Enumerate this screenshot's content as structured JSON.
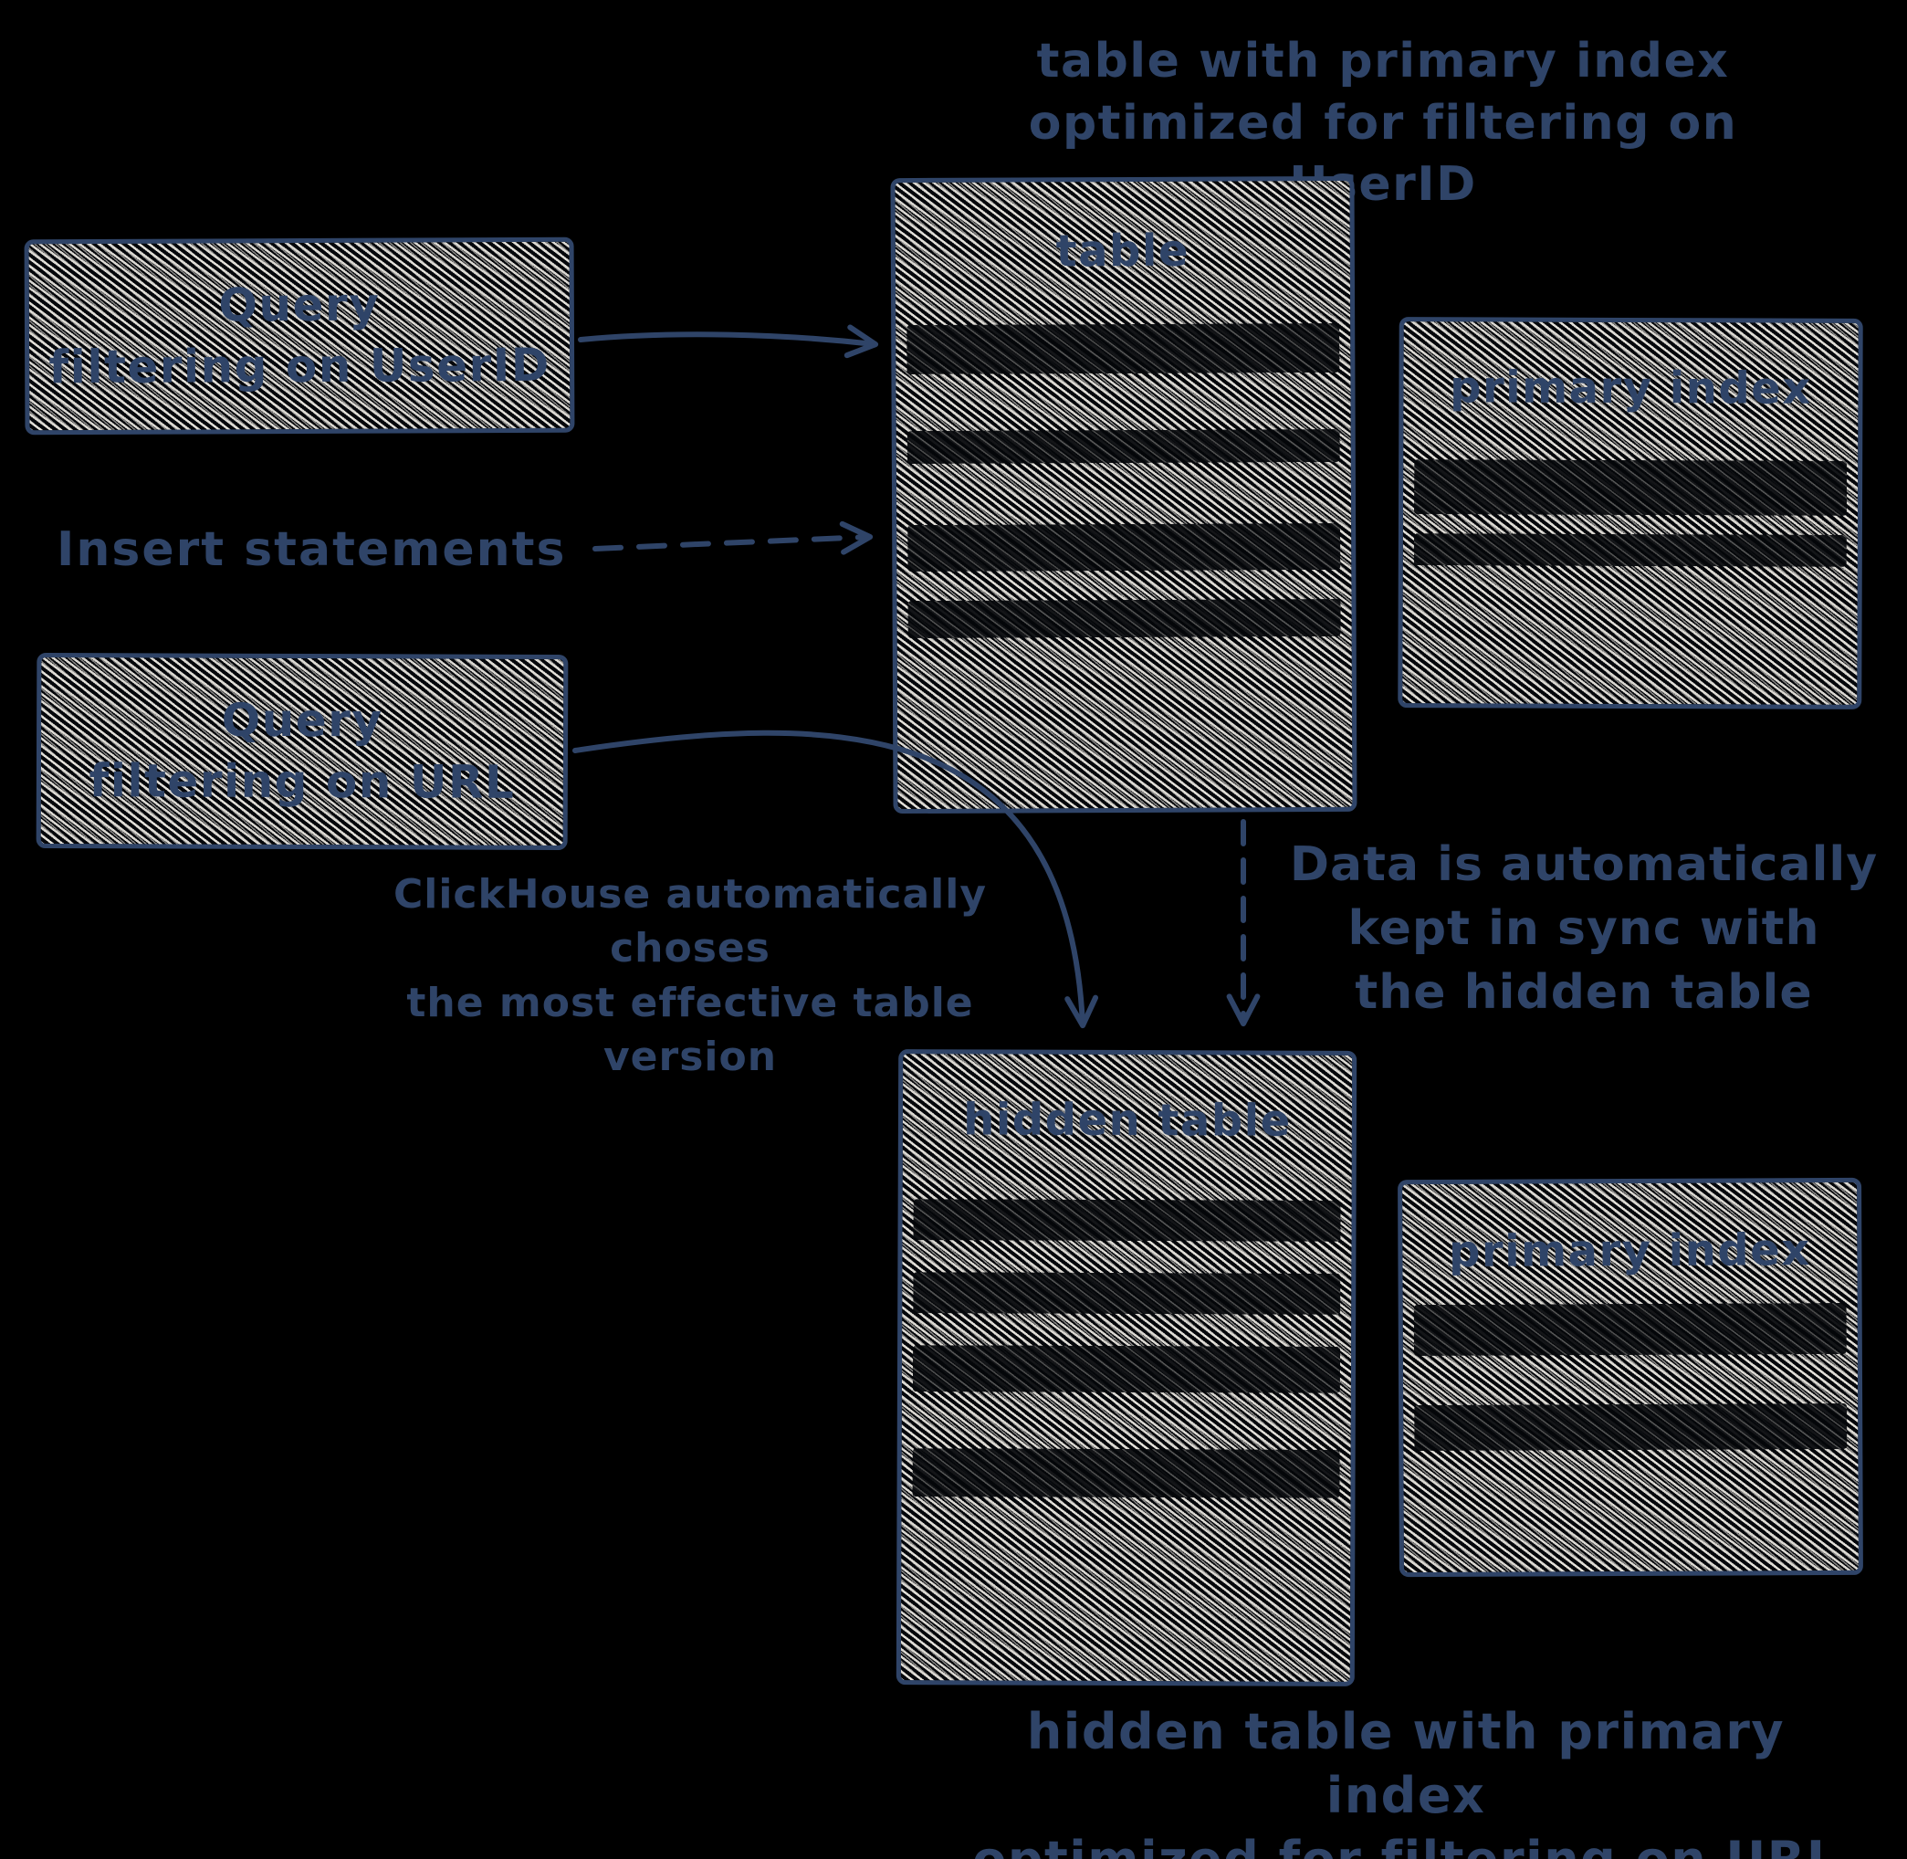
{
  "colors": {
    "background": "#000000",
    "ink": "#2f4468",
    "hatch": "#ece9e2"
  },
  "captions": {
    "top": [
      "table with primary index",
      "optimized for filtering on UserID"
    ],
    "bottom": [
      "hidden table with primary index",
      "optimized for filtering on URL"
    ]
  },
  "boxes": {
    "query_userid": {
      "lines": [
        "Query",
        "filtering on UserID"
      ]
    },
    "query_url": {
      "lines": [
        "Query",
        "filtering on URL"
      ]
    },
    "table": {
      "title": "table"
    },
    "primary_index_top": {
      "title": "primary index"
    },
    "hidden_table": {
      "title": "hidden table"
    },
    "primary_index_bottom": {
      "title": "primary index"
    }
  },
  "labels": {
    "insert": "Insert statements",
    "auto_choose": [
      "ClickHouse automatically choses",
      "the most effective table version"
    ],
    "sync": [
      "Data is automatically",
      "kept in sync with",
      "the hidden table"
    ]
  }
}
